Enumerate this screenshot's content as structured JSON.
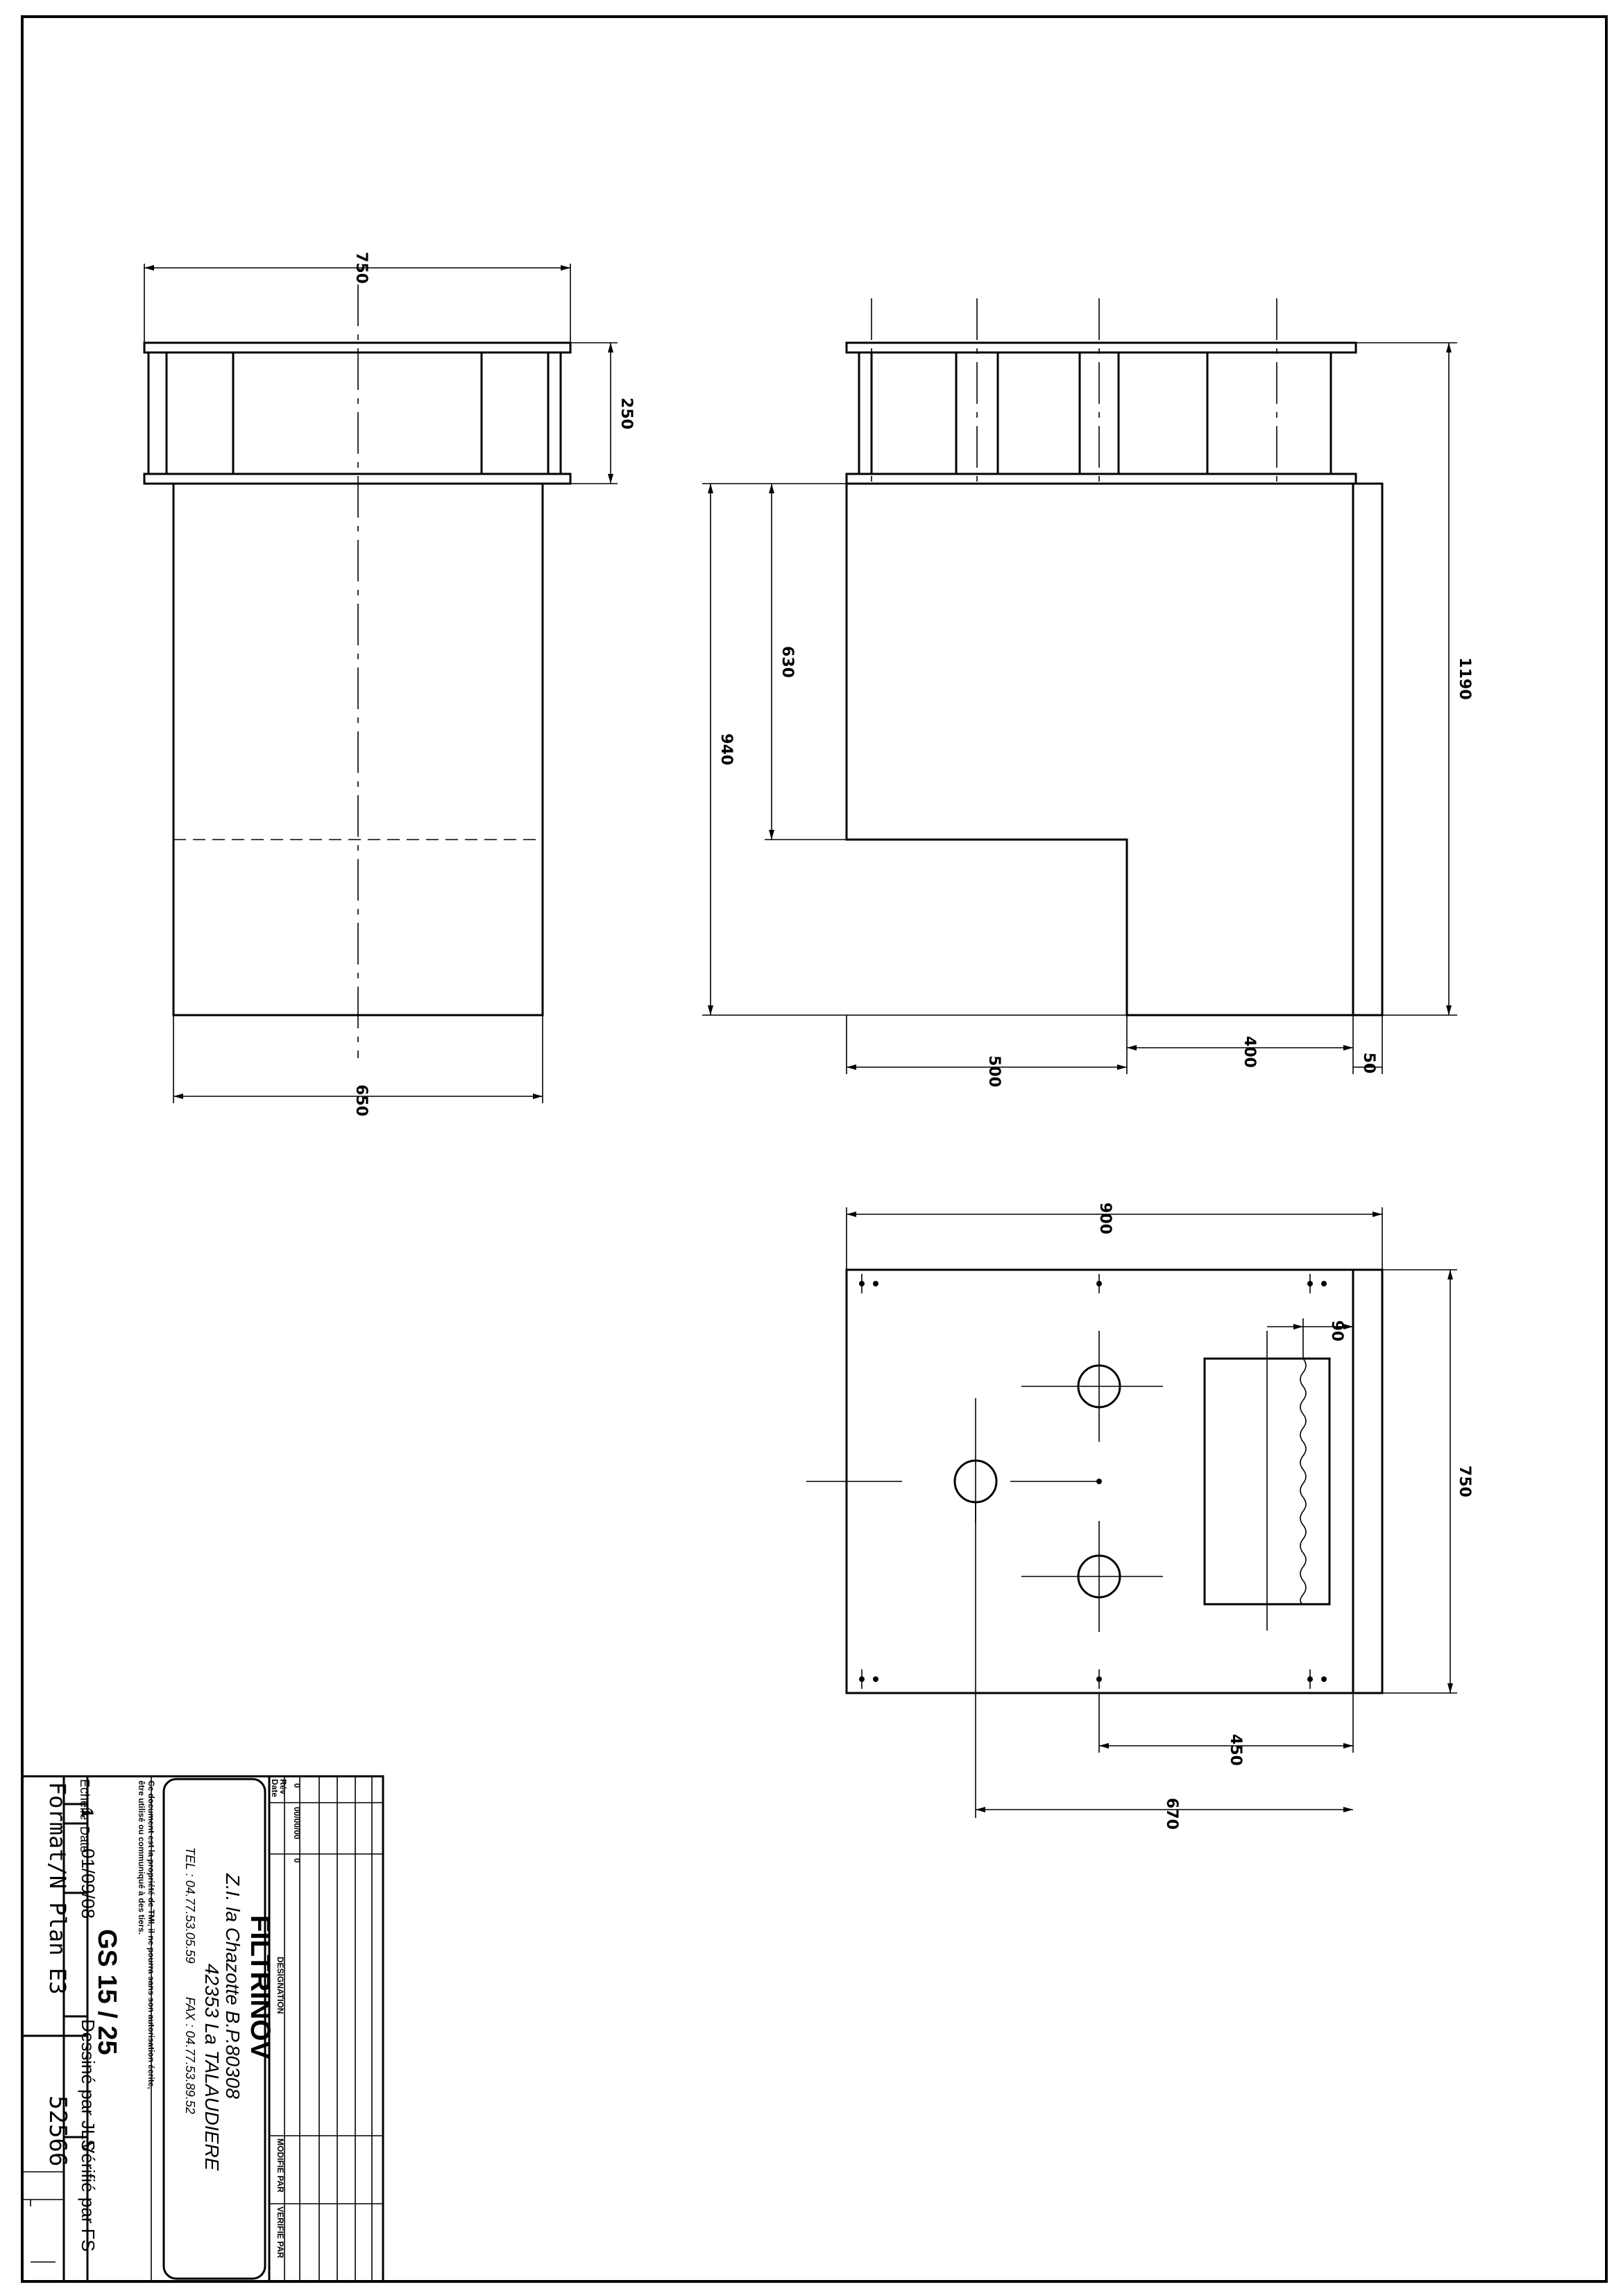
{
  "dimensions": {
    "side_width_top": "750",
    "side_top_height": "250",
    "side_width_bottom": "650",
    "front_total_height": "1190",
    "front_left_height": "940",
    "front_step_depth": "630",
    "front_bottom_left": "500",
    "front_bottom_right": "400",
    "front_flange": "50",
    "plan_width": "900",
    "plan_depth": "750",
    "plan_offset_90": "90",
    "plan_offset_450": "450",
    "plan_offset_670": "670"
  },
  "title_block": {
    "company": "FILTRINOV",
    "address_line1": "Z.I. la Chazotte B.P.80308",
    "address_line2": "42353 La TALAUDIERE",
    "tel": "TEL : 04.77.53.05.59",
    "fax": "FAX : 04.77.53.89.52",
    "property_notice_1": "Ce document est la propriété de TMI, il ne pourra sans son autorisation écrite,",
    "property_notice_2": "être utilisé ou communiqué à des tiers.",
    "drawing_title": "GS 15 / 25",
    "scale_label": "Echelle",
    "scale_value": "1",
    "date_label": "Date",
    "date_value": "01/09/08",
    "drawn_by": "Dessiné par JLS",
    "checked_by": "Vérifié par FS",
    "format_label": "Format/N Plan",
    "format_value": "E3",
    "plan_number": "52566",
    "rev_label": "Rév",
    "date_col": "Date",
    "designation": "DESIGNATION",
    "modified_by": "MODIFIE PAR",
    "checked_col": "VERIFIE PAR",
    "rev_first": "0",
    "rev_first_date": "00/00/00",
    "rev_first_des": "0"
  }
}
